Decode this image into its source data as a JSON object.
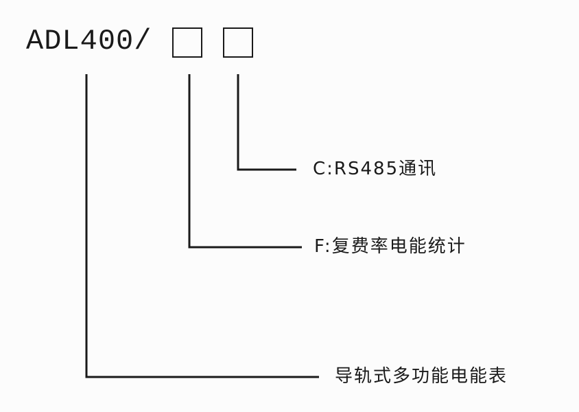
{
  "model": "ADL400/",
  "slots": [
    {
      "label": "C:RS485通讯"
    },
    {
      "label": "F:复费率电能统计"
    }
  ],
  "base_label": "导轨式多功能电能表"
}
